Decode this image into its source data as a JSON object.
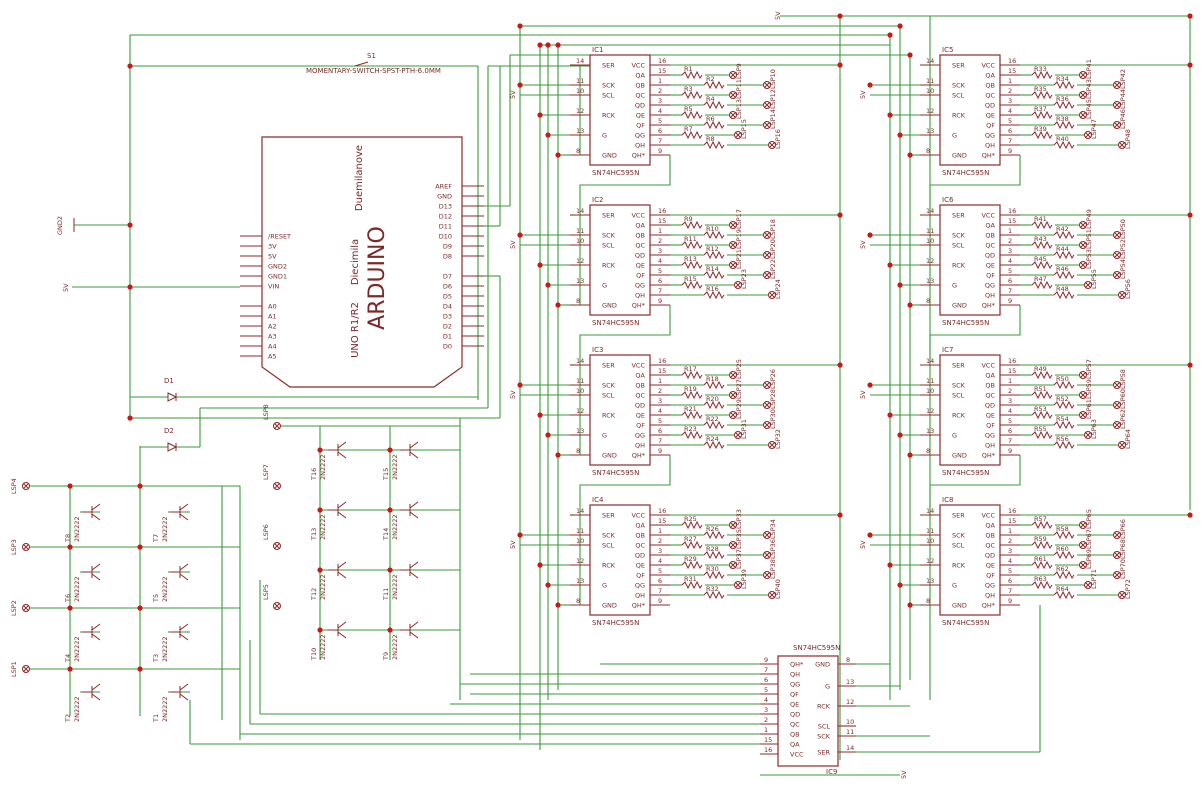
{
  "arduino": {
    "brand": "ARDUINO",
    "model": "Duemilanove",
    "alt_model": "Diecimila",
    "uno": "UNO R1/R2",
    "left_pins": [
      "/RESET",
      "3V",
      "5V",
      "GND2",
      "GND1",
      "VIN",
      "A0",
      "A1",
      "A2",
      "A3",
      "A4",
      "A5"
    ],
    "right_pins": [
      "AREF",
      "GND",
      "D13",
      "D12",
      "D11",
      "D10",
      "D9",
      "D8",
      "D7",
      "D6",
      "D5",
      "D4",
      "D3",
      "D2",
      "D1",
      "D0"
    ]
  },
  "switch": {
    "ref": "S1",
    "value": "MOMENTARY-SWITCH-SPST-PTH-6.0MM"
  },
  "power": {
    "five_v": "5V",
    "gnd_label": "GND2"
  },
  "leds": [
    "D1",
    "D2"
  ],
  "shift_register": {
    "part": "SN74HC595N",
    "left_pins": [
      {
        "num": "14",
        "name": "SER"
      },
      {
        "num": "11",
        "name": "SCK"
      },
      {
        "num": "10",
        "name": "SCL"
      },
      {
        "num": "12",
        "name": "RCK"
      },
      {
        "num": "13",
        "name": "G"
      },
      {
        "num": "8",
        "name": "GND"
      }
    ],
    "right_pins": [
      {
        "num": "16",
        "name": "VCC"
      },
      {
        "num": "15",
        "name": "QA"
      },
      {
        "num": "1",
        "name": "QB"
      },
      {
        "num": "2",
        "name": "QC"
      },
      {
        "num": "3",
        "name": "QD"
      },
      {
        "num": "4",
        "name": "QE"
      },
      {
        "num": "5",
        "name": "QF"
      },
      {
        "num": "6",
        "name": "QG"
      },
      {
        "num": "7",
        "name": "QH"
      },
      {
        "num": "9",
        "name": "QH*"
      }
    ],
    "left_ics": [
      "IC1",
      "IC2",
      "IC3",
      "IC4"
    ],
    "right_ics": [
      "IC5",
      "IC6",
      "IC7",
      "IC8"
    ]
  },
  "ic9": {
    "ref": "IC9",
    "part": "SN74HC595N",
    "left_pins": [
      {
        "num": "9",
        "name": "QH*"
      },
      {
        "num": "7",
        "name": "QH"
      },
      {
        "num": "6",
        "name": "QG"
      },
      {
        "num": "5",
        "name": "QF"
      },
      {
        "num": "4",
        "name": "QE"
      },
      {
        "num": "3",
        "name": "QD"
      },
      {
        "num": "2",
        "name": "QC"
      },
      {
        "num": "1",
        "name": "QB"
      },
      {
        "num": "15",
        "name": "QA"
      },
      {
        "num": "16",
        "name": "VCC"
      }
    ],
    "right_pins": [
      {
        "num": "8",
        "name": "GND"
      },
      {
        "num": "13",
        "name": "G"
      },
      {
        "num": "12",
        "name": "RCK"
      },
      {
        "num": "10",
        "name": "SCL"
      },
      {
        "num": "11",
        "name": "SCK"
      },
      {
        "num": "14",
        "name": "SER"
      }
    ]
  },
  "transistor_part": "2N2222",
  "speaker_refs": {
    "left": [
      "LSP4",
      "LSP3",
      "LSP2",
      "LSP1"
    ],
    "middle": [
      "LSP8",
      "LSP7",
      "LSP6",
      "LSP5"
    ],
    "ic_outputs": [
      [
        "LSP9",
        "LSP10",
        "LSP11",
        "LSP12",
        "LSP13",
        "LSP14",
        "LSP15",
        "LSP16"
      ],
      [
        "LSP17",
        "LSP18",
        "LSP19",
        "LSP20",
        "LSP21",
        "LSP22",
        "LSP23",
        "LSP24"
      ],
      [
        "LSP25",
        "LSP26",
        "LSP27",
        "LSP28",
        "LSP29",
        "LSP30",
        "LSP31",
        "LSP32"
      ],
      [
        "LSP33",
        "LSP34",
        "LSP35",
        "LSP36",
        "LSP37",
        "LSP38",
        "LSP39",
        "LSP40"
      ],
      [
        "LSP41",
        "LSP42",
        "LSP43",
        "LSP44",
        "LSP45",
        "LSP46",
        "LSP47",
        "LSP48"
      ],
      [
        "LSP49",
        "LSP50",
        "LSP51",
        "LSP52",
        "LSP53",
        "LSP54",
        "LSP55",
        "LSP56"
      ],
      [
        "LSP57",
        "LSP58",
        "LSP59",
        "LSP60",
        "LSP61",
        "LSP62",
        "LSP63",
        "LSP64"
      ],
      [
        "LSP65",
        "LSP66",
        "LSP67",
        "LSP68",
        "LSP69",
        "LSP70",
        "LSP71",
        "LSP72"
      ]
    ]
  },
  "resistor_refs": [
    [
      "R1",
      "R2",
      "R3",
      "R4",
      "R5",
      "R6",
      "R7",
      "R8"
    ],
    [
      "R9",
      "R10",
      "R11",
      "R12",
      "R13",
      "R14",
      "R15",
      "R16"
    ],
    [
      "R17",
      "R18",
      "R19",
      "R20",
      "R21",
      "R22",
      "R23",
      "R24"
    ],
    [
      "R25",
      "R26",
      "R27",
      "R28",
      "R29",
      "R30",
      "R31",
      "R32"
    ],
    [
      "R33",
      "R34",
      "R35",
      "R36",
      "R37",
      "R38",
      "R39",
      "R40"
    ],
    [
      "R41",
      "R42",
      "R43",
      "R44",
      "R45",
      "R46",
      "R47",
      "R48"
    ],
    [
      "R49",
      "R50",
      "R51",
      "R52",
      "R53",
      "R54",
      "R55",
      "R56"
    ],
    [
      "R57",
      "R58",
      "R59",
      "R60",
      "R61",
      "R62",
      "R63",
      "R64"
    ]
  ],
  "transistors": {
    "left_grid": [
      "T8",
      "T7",
      "T6",
      "T5",
      "T4",
      "T3",
      "T2",
      "T1"
    ],
    "right_grid": [
      "T16",
      "T15",
      "T13",
      "T14",
      "T12",
      "T11",
      "T10",
      "T9"
    ]
  },
  "colors": {
    "component": "#8b2a2a",
    "wire": "#3a9a3a",
    "junction": "#d01515"
  }
}
